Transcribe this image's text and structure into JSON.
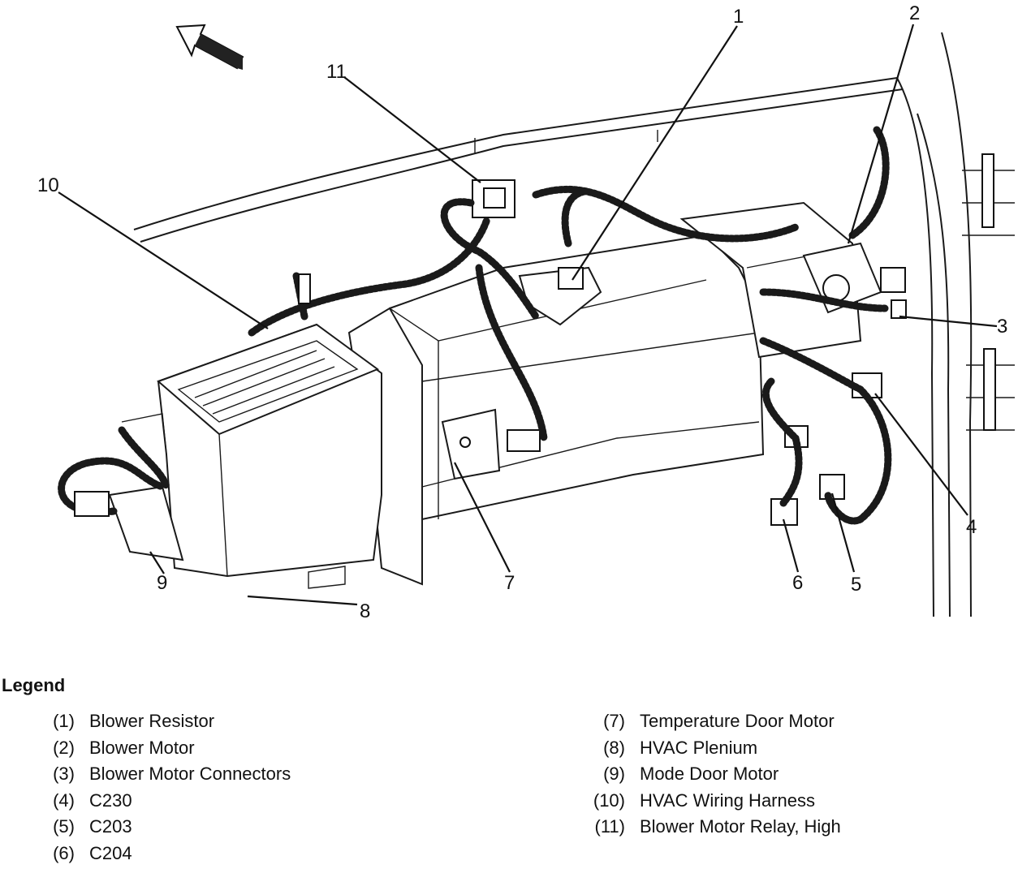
{
  "callouts": {
    "c1": "1",
    "c2": "2",
    "c3": "3",
    "c4": "4",
    "c5": "5",
    "c6": "6",
    "c7": "7",
    "c8": "8",
    "c9": "9",
    "c10": "10",
    "c11": "11"
  },
  "legend": {
    "title": "Legend",
    "left": [
      {
        "num": "(1)",
        "label": "Blower Resistor"
      },
      {
        "num": "(2)",
        "label": "Blower Motor"
      },
      {
        "num": "(3)",
        "label": "Blower Motor Connectors"
      },
      {
        "num": "(4)",
        "label": "C230"
      },
      {
        "num": "(5)",
        "label": "C203"
      },
      {
        "num": "(6)",
        "label": "C204"
      }
    ],
    "right": [
      {
        "num": "(7)",
        "label": "Temperature Door Motor"
      },
      {
        "num": "(8)",
        "label": "HVAC Plenium"
      },
      {
        "num": "(9)",
        "label": "Mode Door Motor"
      },
      {
        "num": "(10)",
        "label": "HVAC Wiring Harness"
      },
      {
        "num": "(11)",
        "label": "Blower Motor Relay, High"
      }
    ]
  },
  "icons": {
    "direction_arrow": "forward-arrow-icon"
  }
}
